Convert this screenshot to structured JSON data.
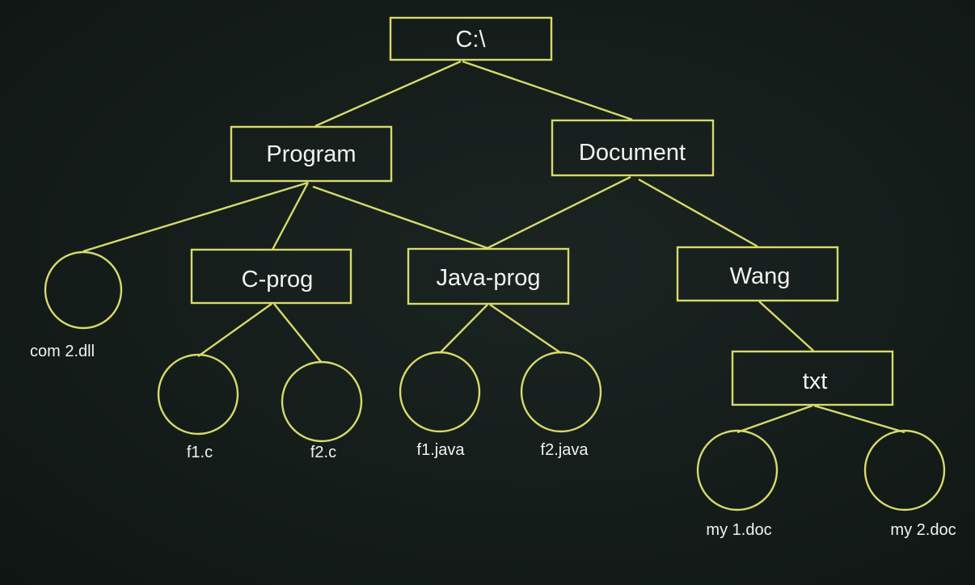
{
  "colors": {
    "background": "#141c1a",
    "stroke": "#d8da6a",
    "text": "#f2f2f2"
  },
  "tree": {
    "root": "C:\\",
    "directories": {
      "program": "Program",
      "document": "Document",
      "c_prog": "C-prog",
      "java_prog": "Java-prog",
      "wang": "Wang",
      "txt": "txt"
    },
    "files": {
      "com2_dll": "com 2.dll",
      "f1_c": "f1.c",
      "f2_c": "f2.c",
      "f1_java": "f1.java",
      "f2_java": "f2.java",
      "my1_doc": "my 1.doc",
      "my2_doc": "my 2.doc"
    }
  }
}
